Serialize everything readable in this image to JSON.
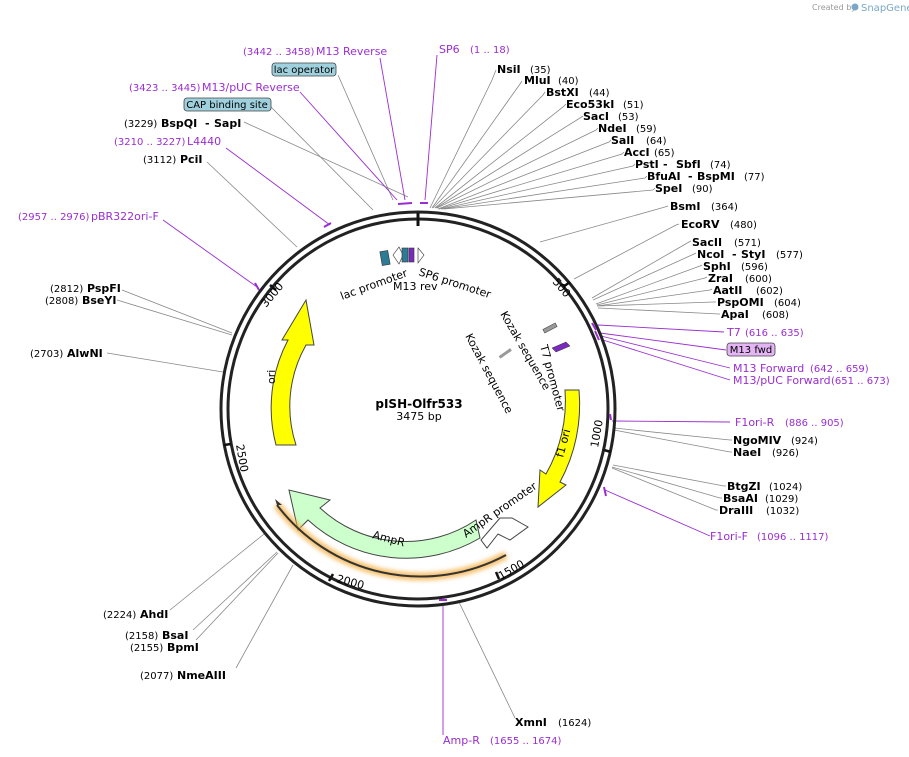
{
  "watermark": {
    "prefix": "Created by",
    "brand": "SnapGene"
  },
  "plasmid": {
    "name": "pISH-Olfr533",
    "length_label": "3475 bp",
    "length": 3475
  },
  "ticks": [
    {
      "label": "500",
      "pos": 500
    },
    {
      "label": "1000",
      "pos": 1000
    },
    {
      "label": "1500",
      "pos": 1500
    },
    {
      "label": "2000",
      "pos": 2000
    },
    {
      "label": "2500",
      "pos": 2500
    },
    {
      "label": "3000",
      "pos": 3000
    }
  ],
  "sites": [
    {
      "name": "NsiI",
      "pos": "(35)"
    },
    {
      "name": "MluI",
      "pos": "(40)"
    },
    {
      "name": "BstXI",
      "pos": "(44)"
    },
    {
      "name": "Eco53kI",
      "pos": "(51)"
    },
    {
      "name": "SacI",
      "pos": "(53)"
    },
    {
      "name": "NdeI",
      "pos": "(59)"
    },
    {
      "name": "SalI",
      "pos": "(64)"
    },
    {
      "name": "AccI",
      "pos": "(65)"
    },
    {
      "name": "PstI",
      "name2": "SbfI",
      "pos": "(74)"
    },
    {
      "name": "BfuAI",
      "name2": "BspMI",
      "pos": "(77)"
    },
    {
      "name": "SpeI",
      "pos": "(90)"
    },
    {
      "name": "BsmI",
      "pos": "(364)"
    },
    {
      "name": "EcoRV",
      "pos": "(480)"
    },
    {
      "name": "SacII",
      "pos": "(571)"
    },
    {
      "name": "NcoI",
      "name2": "StyI",
      "pos": "(577)"
    },
    {
      "name": "SphI",
      "pos": "(596)"
    },
    {
      "name": "ZraI",
      "pos": "(600)"
    },
    {
      "name": "AatII",
      "pos": "(602)"
    },
    {
      "name": "PspOMI",
      "pos": "(604)"
    },
    {
      "name": "ApaI",
      "pos": "(608)"
    },
    {
      "name": "NgoMIV",
      "pos": "(924)"
    },
    {
      "name": "NaeI",
      "pos": "(926)"
    },
    {
      "name": "BtgZI",
      "pos": "(1024)"
    },
    {
      "name": "BsaAI",
      "pos": "(1029)"
    },
    {
      "name": "DraIII",
      "pos": "(1032)"
    },
    {
      "name": "XmnI",
      "pos": "(1624)"
    },
    {
      "name": "NmeAIII",
      "pos": "(2077)"
    },
    {
      "name": "BpmI",
      "pos": "(2155)"
    },
    {
      "name": "BsaI",
      "pos": "(2158)"
    },
    {
      "name": "AhdI",
      "pos": "(2224)"
    },
    {
      "name": "AlwNI",
      "pos": "(2703)"
    },
    {
      "name": "BseYI",
      "pos": "(2808)"
    },
    {
      "name": "PspFI",
      "pos": "(2812)"
    },
    {
      "name": "PciI",
      "pos": "(3112)"
    },
    {
      "name": "BspQI",
      "name2": "SapI",
      "pos": "(3229)"
    }
  ],
  "primers": [
    {
      "name": "M13 Reverse",
      "pos": "(3442 .. 3458)"
    },
    {
      "name": "SP6",
      "pos": "(1 .. 18)"
    },
    {
      "name": "M13/pUC Reverse",
      "pos": "(3423 .. 3445)"
    },
    {
      "name": "L4440",
      "pos": "(3210 .. 3227)"
    },
    {
      "name": "pBR322ori-F",
      "pos": "(2957 .. 2976)"
    },
    {
      "name": "T7",
      "pos": "(616 .. 635)"
    },
    {
      "name": "M13 Forward",
      "pos": "(642 .. 659)"
    },
    {
      "name": "M13/pUC Forward",
      "pos": "(651 .. 673)"
    },
    {
      "name": "F1ori-R",
      "pos": "(886 .. 905)"
    },
    {
      "name": "F1ori-F",
      "pos": "(1096 .. 1117)"
    },
    {
      "name": "Amp-R",
      "pos": "(1655 .. 1674)"
    }
  ],
  "boxed": [
    {
      "label": "lac operator"
    },
    {
      "label": "CAP binding site"
    },
    {
      "label": "M13 fwd"
    }
  ],
  "features": [
    {
      "label": "lac promoter"
    },
    {
      "label": "M13 rev"
    },
    {
      "label": "SP6 promoter"
    },
    {
      "label": "Kozak sequence"
    },
    {
      "label": "Kozak sequence"
    },
    {
      "label": "T7 promoter"
    },
    {
      "label": "f1 ori"
    },
    {
      "label": "AmpR promoter"
    },
    {
      "label": "AmpR"
    },
    {
      "label": "ori"
    }
  ],
  "colors": {
    "backbone": "#222222",
    "primer": "#9a2ed1",
    "site_line": "#888888",
    "ori": "#ffff00",
    "f1ori": "#ffff00",
    "ampr": "#ccffcc",
    "ampr_promoter": "#ffffff",
    "lac_operator": "#2e7b96",
    "lac_box": "#9fd0de",
    "m13fwd_box": "#e4b5f5",
    "m13rev": "#7a2bbd",
    "orange_glow": "#f4b24a"
  }
}
